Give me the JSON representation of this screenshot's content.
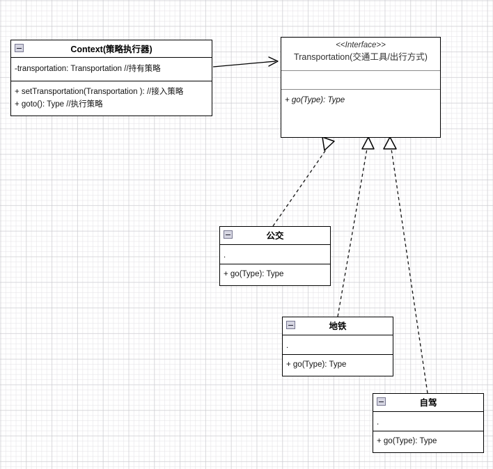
{
  "diagram": {
    "kind": "uml-class-diagram",
    "background": "#ffffff",
    "grid_color": "#c8c8cd",
    "line_color": "#000000"
  },
  "context_class": {
    "icon": "collapse-minus-icon",
    "title": "Context(策略执行器)",
    "attributes": [
      "-transportation: Transportation //持有策略"
    ],
    "operations": [
      "+ setTransportation(Transportation ): //接入策略",
      "+ goto(): Type //执行策略"
    ]
  },
  "interface_class": {
    "stereotype": "<<Interface>>",
    "title": "Transportation(交通工具/出行方式)",
    "attributes": [],
    "operations": [
      "+ go(Type): Type"
    ]
  },
  "implementations": [
    {
      "icon": "collapse-minus-icon",
      "title": "公交",
      "attributes": [
        "."
      ],
      "operations": [
        "+ go(Type): Type"
      ]
    },
    {
      "icon": "collapse-minus-icon",
      "title": "地铁",
      "attributes": [
        "."
      ],
      "operations": [
        "+ go(Type): Type"
      ]
    },
    {
      "icon": "collapse-minus-icon",
      "title": "自驾",
      "attributes": [
        "."
      ],
      "operations": [
        "+ go(Type): Type"
      ]
    }
  ],
  "relationships": [
    {
      "type": "association",
      "style": "solid",
      "arrow": "open-arrow",
      "from": "Context(策略执行器)",
      "to": "Transportation(交通工具/出行方式)"
    },
    {
      "type": "realization",
      "style": "dashed",
      "arrow": "hollow-triangle",
      "from": "公交",
      "to": "Transportation(交通工具/出行方式)"
    },
    {
      "type": "realization",
      "style": "dashed",
      "arrow": "hollow-triangle",
      "from": "地铁",
      "to": "Transportation(交通工具/出行方式)"
    },
    {
      "type": "realization",
      "style": "dashed",
      "arrow": "hollow-triangle",
      "from": "自驾",
      "to": "Transportation(交通工具/出行方式)"
    }
  ]
}
